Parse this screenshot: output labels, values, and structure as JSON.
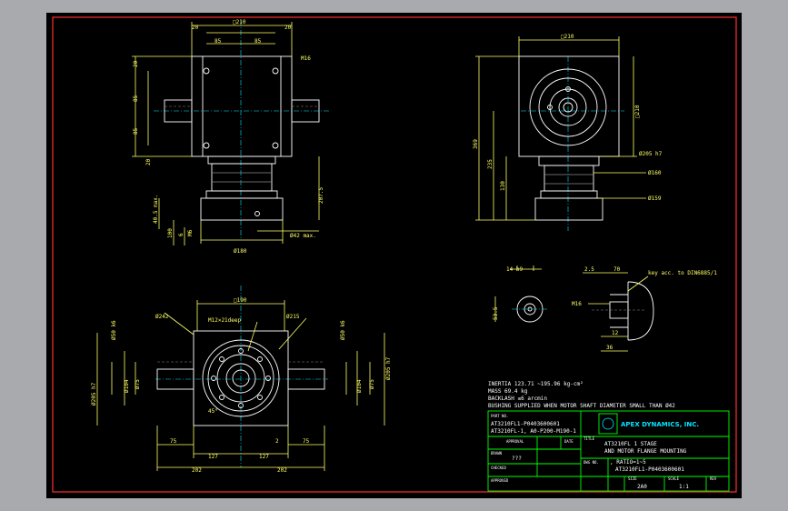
{
  "colors": {
    "background": "#a9aaad",
    "sheet": "#000000",
    "border": "#ff3030",
    "dimension": "#ffff66",
    "geometry": "#ffffff",
    "titleblock": "#00ff00",
    "centerline": "#00e5ff"
  },
  "top_view": {
    "dims": [
      "20",
      "□210",
      "20",
      "85",
      "85",
      "M16",
      "85",
      "85",
      "20",
      "20",
      "Ø180",
      "Ø42 max.",
      "207.5",
      "100",
      "6",
      "M6",
      "40.5 max."
    ]
  },
  "front_view": {
    "dims": [
      "□190",
      "Ø242",
      "M12×21deep",
      "Ø215",
      "Ø50 k6",
      "Ø50 k6",
      "Ø104",
      "Ø75",
      "Ø104",
      "Ø75",
      "Ø205 h7",
      "Ø205 h7",
      "45°",
      "75",
      "75",
      "127",
      "127",
      "2",
      "202",
      "202"
    ]
  },
  "side_view": {
    "dims": [
      "□210",
      "□210",
      "369",
      "235",
      "130",
      "Ø205 h7",
      "Ø160",
      "Ø159"
    ]
  },
  "shaft_detail": {
    "dims": [
      "14 h9",
      "53.5",
      "M16",
      "2.5",
      "70",
      "12",
      "36"
    ],
    "note": "key acc. to DIN6885/1"
  },
  "specs": [
    "INERTIA  123.71 ~195.96 kg-cm²",
    "MASS  69.4 kg",
    "BACKLASH  ≤6 arcmin",
    "BUSHING SUPPLIED WHEN MOTOR SHAFT DIAMETER SMALL THAN Ø42"
  ],
  "title_block": {
    "part_no_label": "PART NO.",
    "part_no": [
      "AT3210FL1-P0403600601",
      "AT3210FL-1, A0-P200-M190-1"
    ],
    "approval_label": "APPROVAL",
    "date_label": "DATE",
    "drawn_label": "DRAWN",
    "drawn_value": "???",
    "checked_label": "CHECKED",
    "approved_label": "APPROVED",
    "company": "APEX DYNAMICS, INC.",
    "title_label": "TITLE",
    "title_lines": [
      "AT3210FL 1 STAGE",
      "AND MOTOR FLANGE MOUNTING",
      ", RATIO=1~5"
    ],
    "dwg_no_label": "DWG NO.",
    "dwg_no": "AT3210FL1-P0403600601",
    "size_label": "SIZE",
    "size_value": "2A0",
    "scale_label": "SCALE",
    "scale_value": "1:1",
    "rev_label": "REV"
  }
}
